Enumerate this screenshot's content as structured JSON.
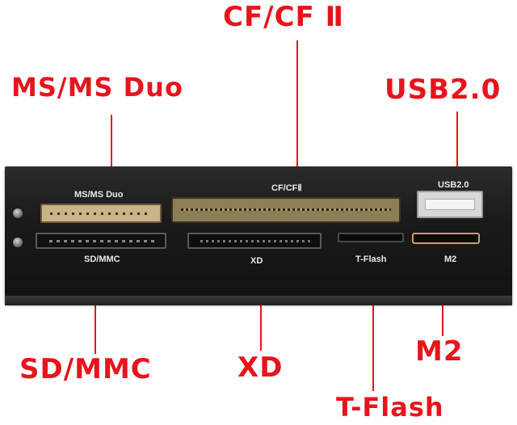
{
  "callouts": {
    "cf": "CF/CF Ⅱ",
    "ms": "MS/MS Duo",
    "usb": "USB2.0",
    "sd": "SD/MMC",
    "xd": "XD",
    "m2": "M2",
    "tflash": "T-Flash"
  },
  "panel_labels": {
    "ms": "MS/MS Duo",
    "cf": "CF/CFⅡ",
    "usb": "USB2.0",
    "sd": "SD/MMC",
    "xd": "XD",
    "tflash": "T-Flash",
    "m2": "M2"
  },
  "colors": {
    "callout": "#e8141c",
    "panel": "#1a1a1a",
    "panel_text": "#e9e9e9"
  }
}
